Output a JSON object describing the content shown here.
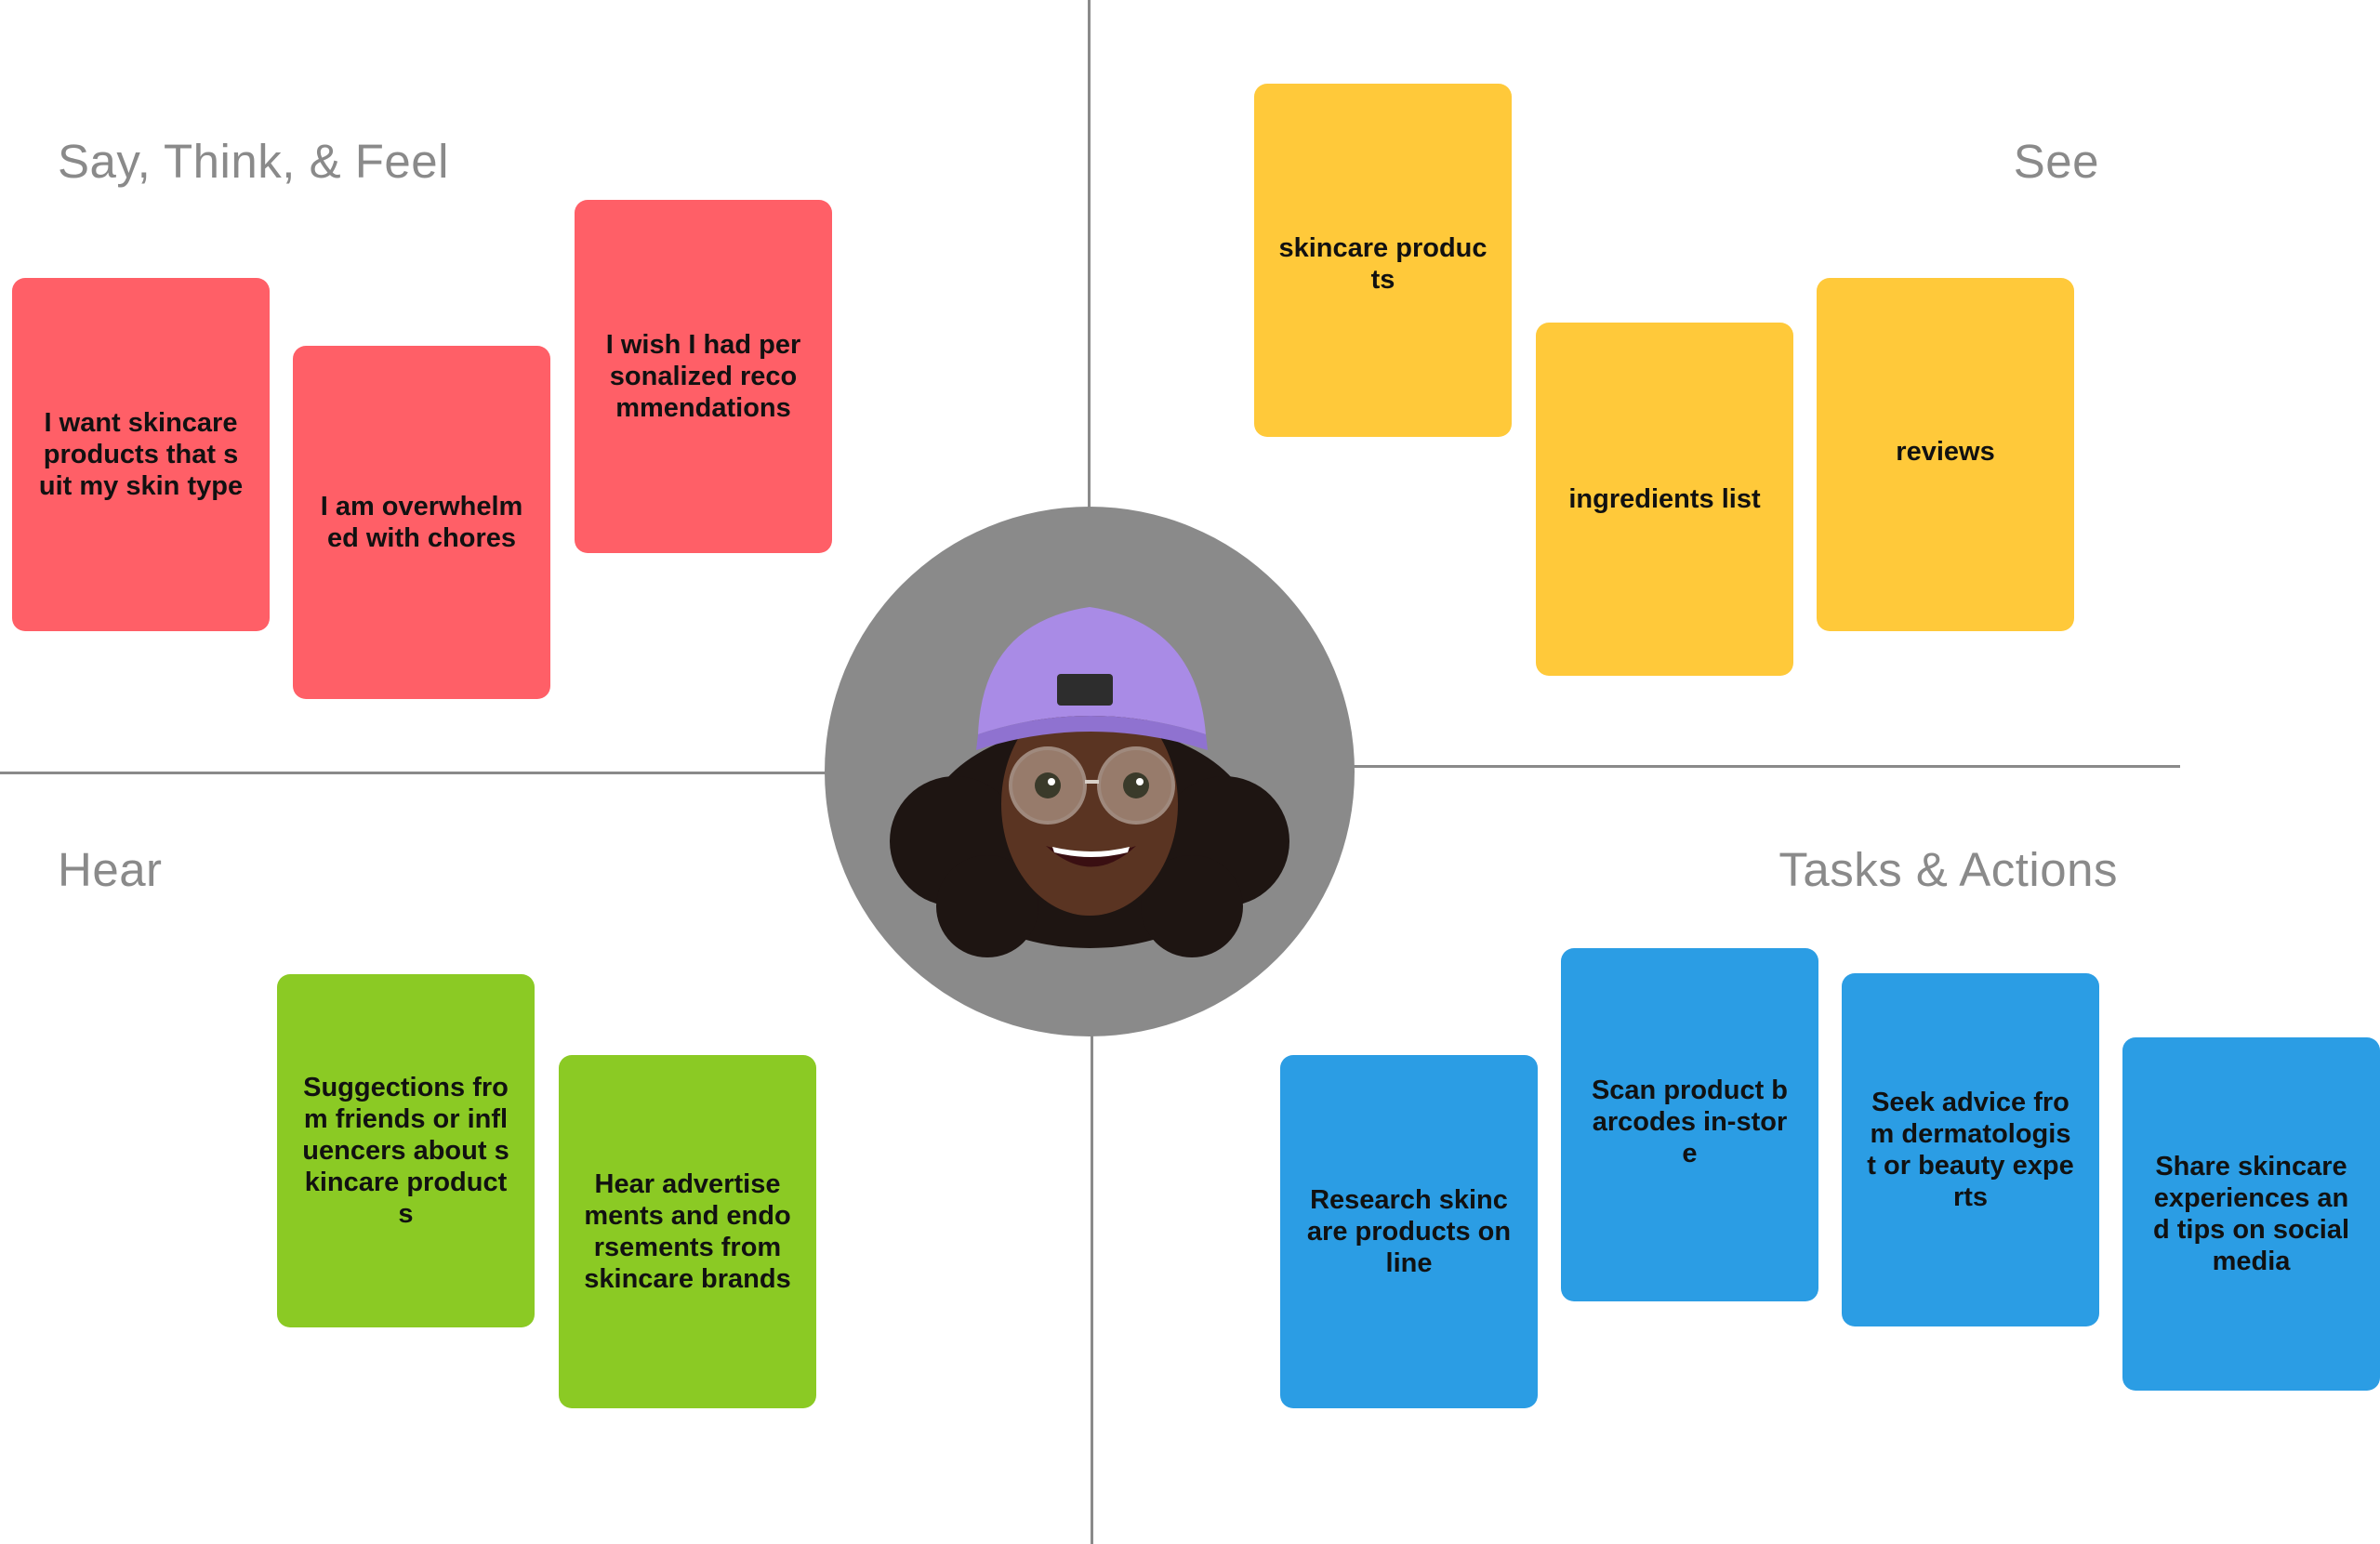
{
  "quadrants": {
    "say_think_feel": {
      "title": "Say, Think, & Feel",
      "notes": [
        "I want skincare products that suit my skin type",
        "I am overwhelmed with chores",
        "I wish I had personalized recommendations"
      ]
    },
    "see": {
      "title": "See",
      "notes": [
        "skincare products",
        "ingredients list",
        "reviews"
      ]
    },
    "hear": {
      "title": "Hear",
      "notes": [
        "Suggections from friends or influencers about skincare products",
        "Hear advertisements and endorsements from skincare brands"
      ]
    },
    "tasks_actions": {
      "title": "Tasks & Actions",
      "notes": [
        "Research skincare products online",
        "Scan product barcodes in-store",
        "Seek advice from dermatologist or beauty experts",
        "Share skincare experiences and tips on social media"
      ]
    }
  },
  "avatar": {
    "icon": "memoji-avatar-icon"
  },
  "colors": {
    "say_think_feel": "#ff5f67",
    "see": "#ffc93a",
    "hear": "#8bca24",
    "tasks_actions": "#2b9de4",
    "divider": "#8a8a8a",
    "title_text": "#8a8a8a"
  }
}
